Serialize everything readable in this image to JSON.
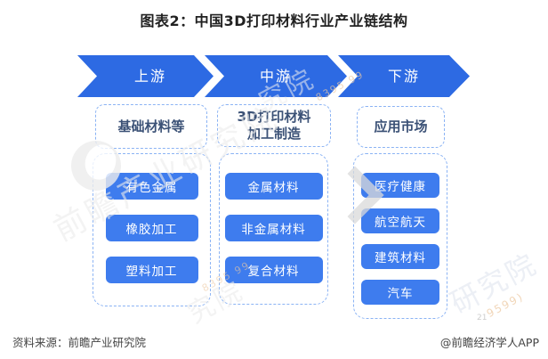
{
  "title": "图表2：中国3D打印材料行业产业链结构",
  "stages": [
    {
      "label": "上游"
    },
    {
      "label": "中游"
    },
    {
      "label": "下游"
    }
  ],
  "columns": [
    {
      "header": "基础材料等",
      "items": [
        "有色金属",
        "橡胶加工",
        "塑料加工"
      ]
    },
    {
      "header": "3D打印材料加工制造",
      "items": [
        "金属材料",
        "非金属材料",
        "复合材料"
      ]
    },
    {
      "header": "应用市场",
      "items": [
        "医疗健康",
        "航空航天",
        "建筑材料",
        "汽车"
      ]
    }
  ],
  "footer": {
    "source": "资料来源：前瞻产业研究院",
    "credit": "@前瞻经济学人APP"
  },
  "watermarks": {
    "brand": "前瞻产业研究院",
    "fragment": "究院",
    "fragment2": "研究院",
    "digits": "8395 99",
    "digits2": "9599)",
    "page": "21"
  },
  "colors": {
    "ribbon_blue": "#2d6ae3",
    "button_blue": "#3e7cee",
    "dash_border_blue": "#8bb3f4",
    "header_text": "#3b5176",
    "title_text": "#212121",
    "watermark_gray": "#ececec"
  }
}
